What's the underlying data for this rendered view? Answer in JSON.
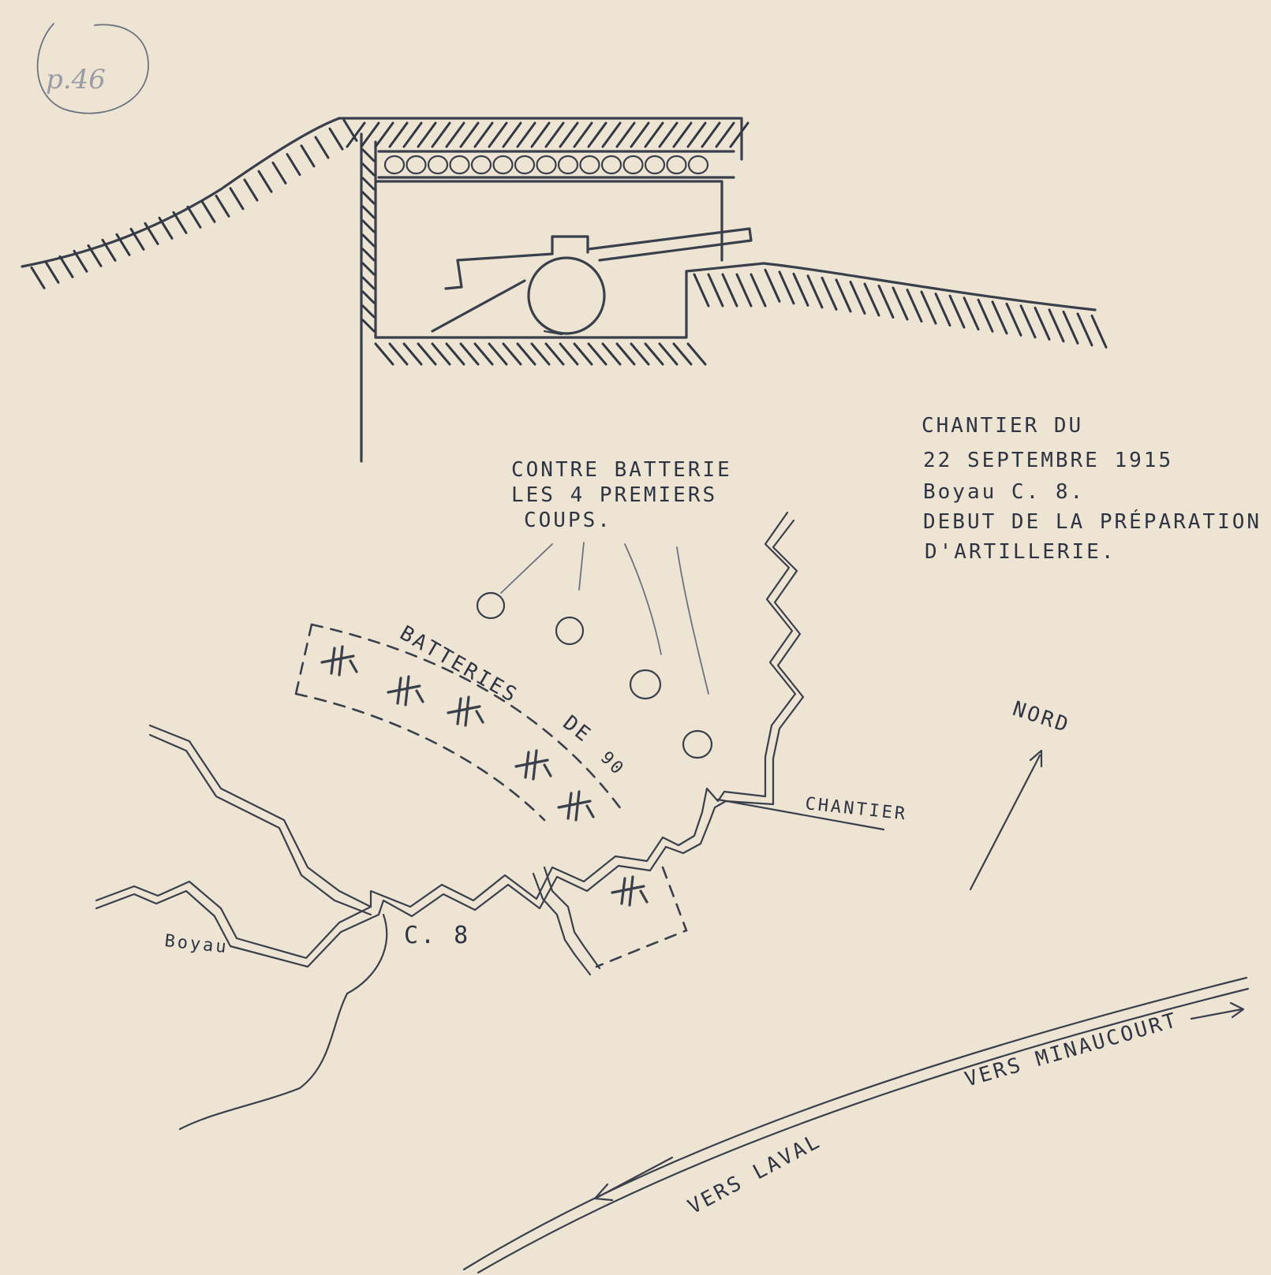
{
  "archive_mark": "p.46",
  "title_note": {
    "line1": "CHANTIER DU",
    "line2": "22 SEPTEMBRE 1915",
    "line3": "Boyau C. 8.",
    "line4": "DEBUT DE LA PRÉPARATION",
    "line5": "D'ARTILLERIE."
  },
  "labels": {
    "counter_battery_line1": "CONTRE BATTERIE",
    "counter_battery_line2": "LES 4 PREMIERS",
    "counter_battery_line3": "COUPS.",
    "batteries": "BATTERIES",
    "de": "DE",
    "caliber": "90",
    "chantier": "CHANTIER",
    "north": "NORD",
    "boyau": "Boyau",
    "c8": "C. 8",
    "vers_laval": "VERS LAVAL",
    "vers_minaucourt": "VERS MINAUCOURT"
  }
}
